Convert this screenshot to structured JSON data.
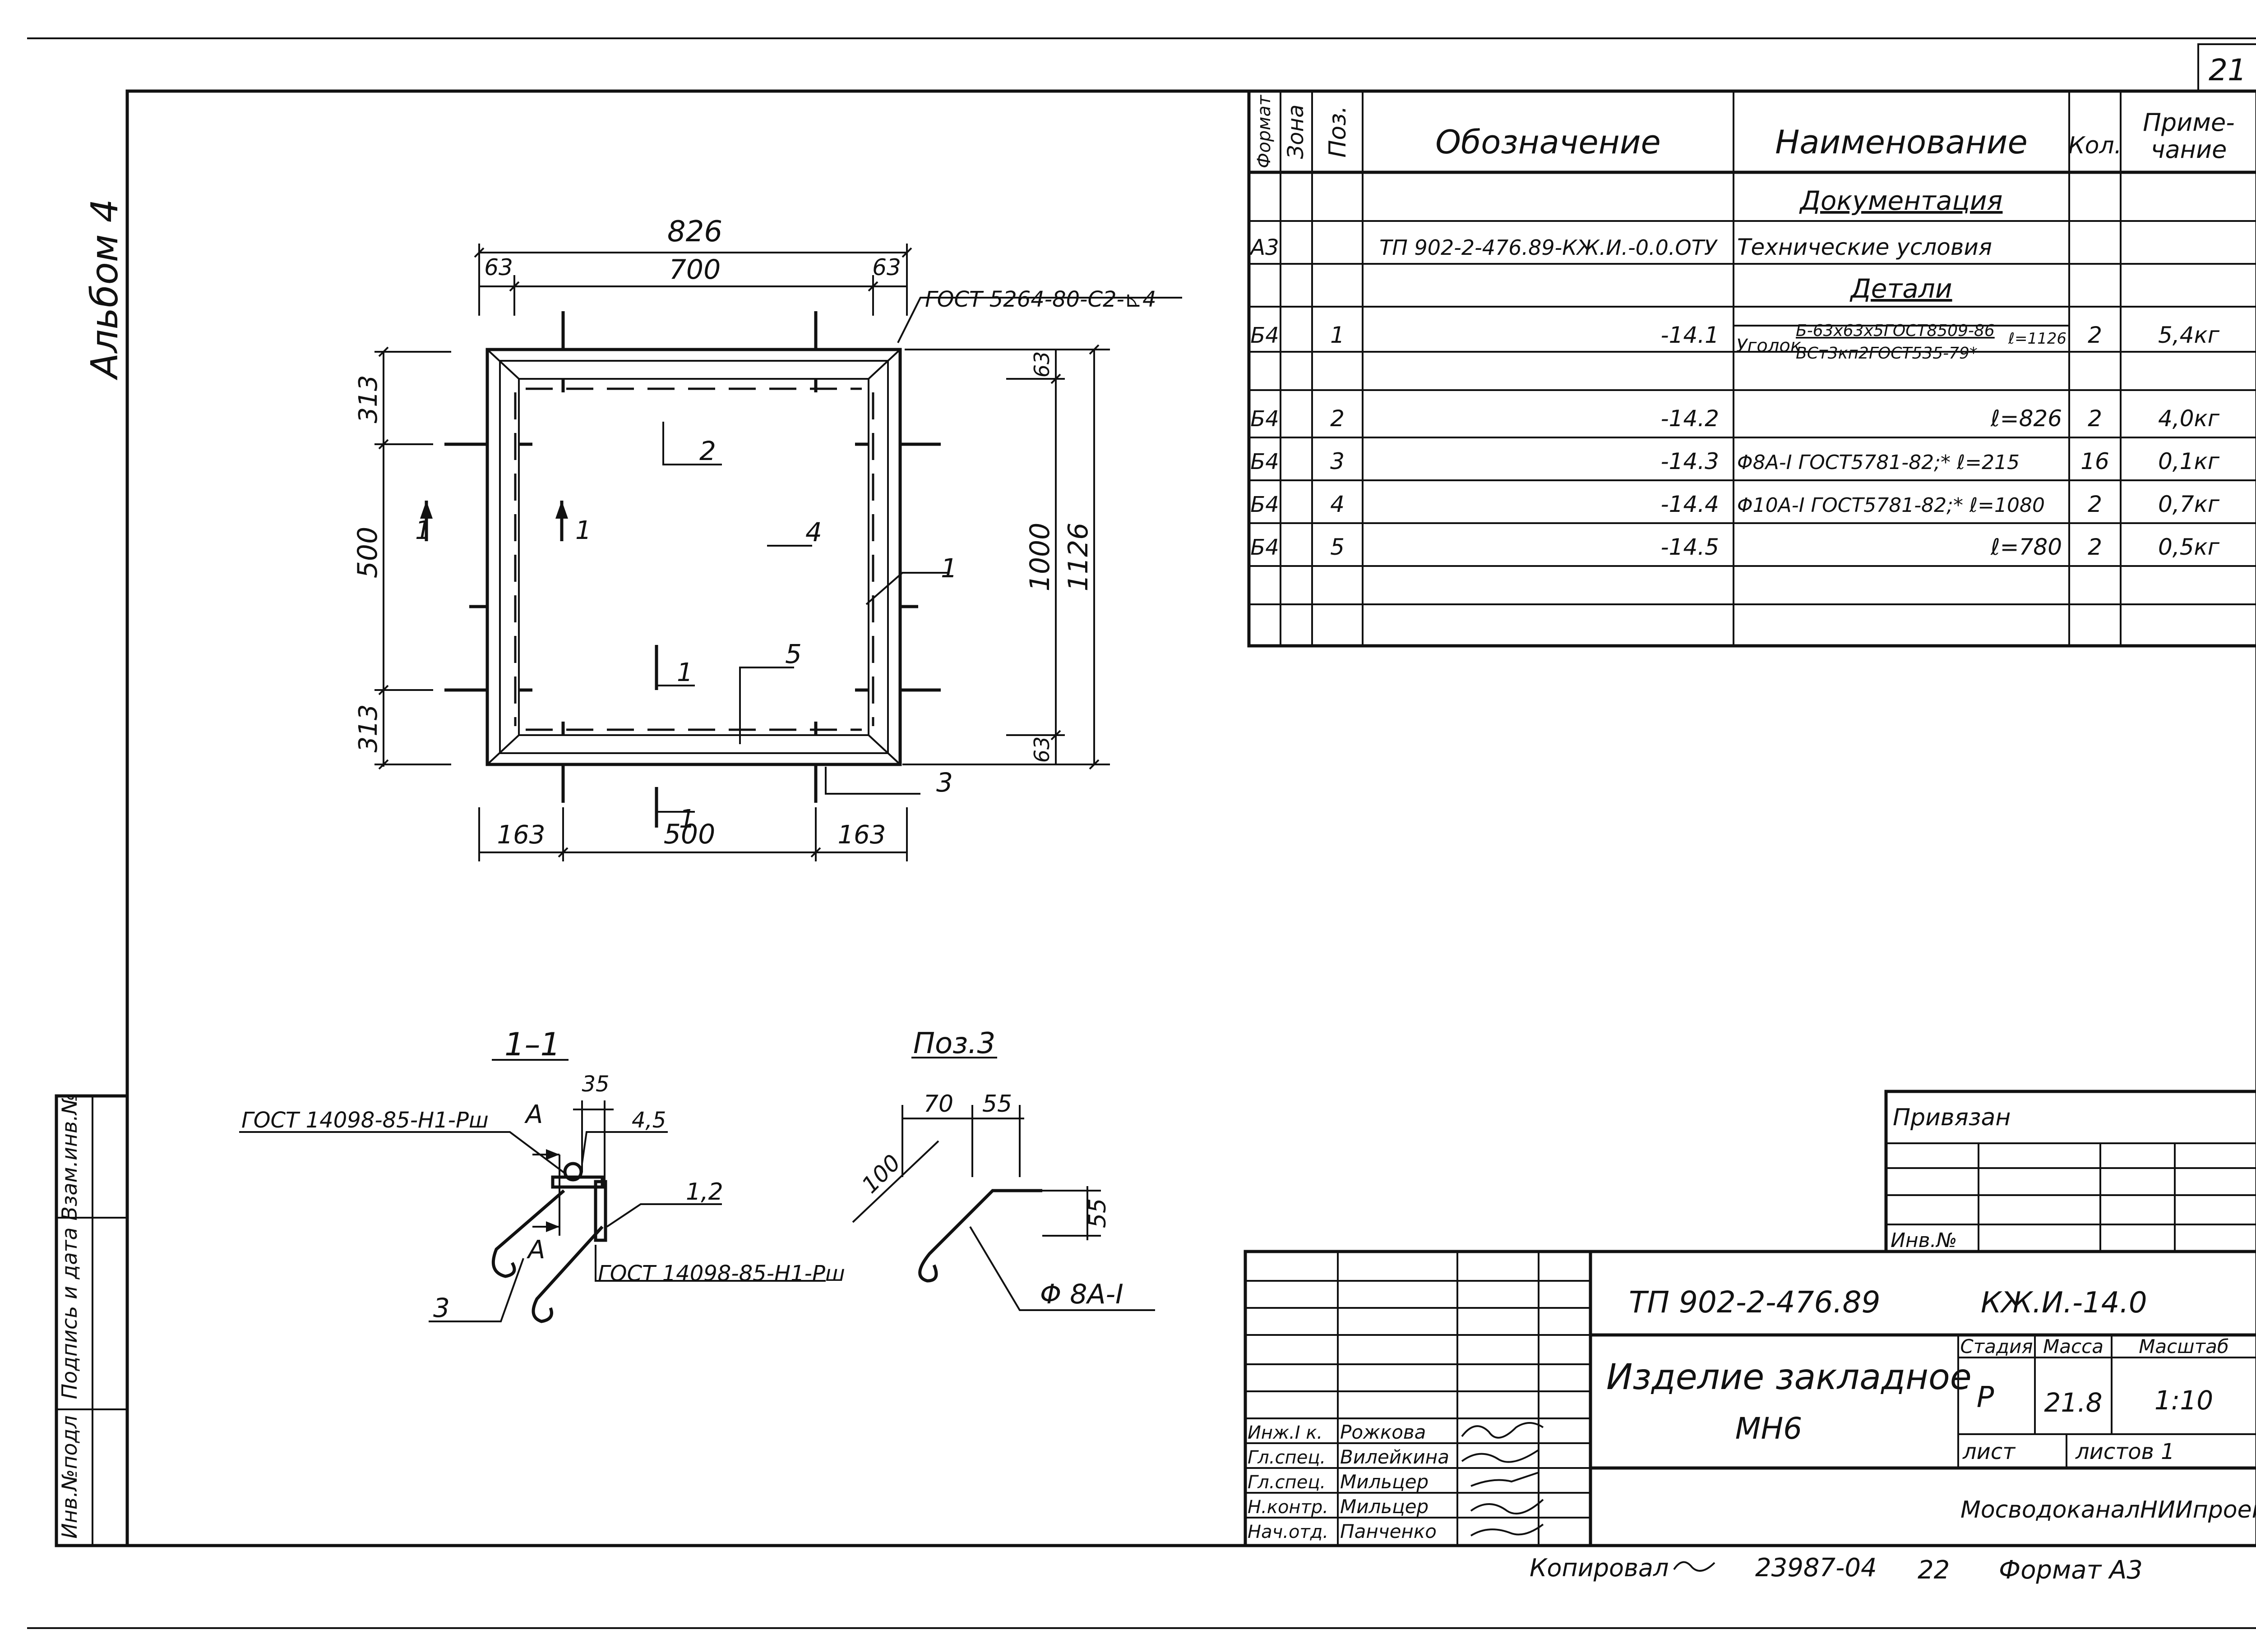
{
  "sheet_number": "21",
  "album_label": "Альбом 4",
  "left_stamp": {
    "inv_podl": "Инв.№подл",
    "podpis_data": "Подпись и дата",
    "vzam_inv": "Взам.инв.№"
  },
  "spec_table": {
    "headers": {
      "format": "Формат",
      "zona": "Зона",
      "poz": "Поз.",
      "oboznachenie": "Обозначение",
      "naimenovanie": "Наименование",
      "kol": "Кол.",
      "primechanie_1": "Приме-",
      "primechanie_2": "чание"
    },
    "section_documentation": "Документация",
    "doc_row": {
      "format": "А3",
      "oboznachenie": "ТП 902-2-476.89-КЖ.И.-0.0.ОТУ",
      "naimenovanie": "Технические условия"
    },
    "section_details": "Детали",
    "rows": [
      {
        "format": "Б4",
        "poz": "1",
        "oboznachenie": "-14.1",
        "name_prefix": "Уголок",
        "name_top": "Б-63х63х5ГОСТ8509-86",
        "name_bottom": "ВСт3кп2ГОСТ535-79*",
        "length": "ℓ=1126",
        "kol": "2",
        "prim": "5,4кг"
      },
      {
        "format": "Б4",
        "poz": "2",
        "oboznachenie": "-14.2",
        "naimenovanie": "ℓ=826",
        "kol": "2",
        "prim": "4,0кг"
      },
      {
        "format": "Б4",
        "poz": "3",
        "oboznachenie": "-14.3",
        "naimenovanie": "Φ8А-I ГОСТ5781-82;* ℓ=215",
        "kol": "16",
        "prim": "0,1кг"
      },
      {
        "format": "Б4",
        "poz": "4",
        "oboznachenie": "-14.4",
        "naimenovanie": "Φ10А-I ГОСТ5781-82;* ℓ=1080",
        "kol": "2",
        "prim": "0,7кг"
      },
      {
        "format": "Б4",
        "poz": "5",
        "oboznachenie": "-14.5",
        "naimenovanie": "ℓ=780",
        "kol": "2",
        "prim": "0,5кг"
      }
    ]
  },
  "plan_view": {
    "dim_total_width": "826",
    "dim_left_63": "63",
    "dim_inner_700": "700",
    "dim_right_63": "63",
    "weld_note": "ГОСТ 5264-80-С2-⊾4",
    "dim_left_313_top": "313",
    "dim_left_500": "500",
    "dim_left_313_bottom": "313",
    "dim_right_63_top": "63",
    "dim_right_1000": "1000",
    "dim_right_1126": "1126",
    "dim_right_63_bottom": "63",
    "dim_bottom_163_left": "163",
    "dim_bottom_500": "500",
    "dim_bottom_163_right": "163",
    "pos_1": "1",
    "pos_2": "2",
    "pos_3": "3",
    "pos_4": "4",
    "pos_5": "5",
    "section_mark": "1"
  },
  "section_view": {
    "title": "1–1",
    "weld_top": "ГОСТ 14098-85-Н1-Рш",
    "weld_bottom": "ГОСТ 14098-85-Н1-Рш",
    "mark_a": "А",
    "dim_35": "35",
    "dim_45": "4,5",
    "pos_12": "1,2",
    "pos_3": "3"
  },
  "poz3_view": {
    "title": "Поз.3",
    "dim_70": "70",
    "dim_55_top": "55",
    "dim_100": "100",
    "dim_55_side": "55",
    "bar_label": "Φ 8А-I"
  },
  "privyazan": {
    "title": "Привязан",
    "inv_label": "Инв.№"
  },
  "title_block": {
    "project_code": "ТП 902-2-476.89",
    "doc_code": "КЖ.И.-14.0",
    "product_name_1": "Изделие закладное",
    "product_name_2": "МН6",
    "stadiya_label": "Стадия",
    "massa_label": "Масса",
    "masshtab_label": "Масштаб",
    "stadiya": "Р",
    "massa": "21.8",
    "masshtab": "1:10",
    "list_label": "лист",
    "listov_label": "листов 1",
    "organization": "МосводоканалНИИпроект",
    "staff": [
      {
        "role": "Инж.I к.",
        "name": "Рожкова"
      },
      {
        "role": "Гл.спец.",
        "name": "Вилейкина"
      },
      {
        "role": "Гл.спец.",
        "name": "Мильцер"
      },
      {
        "role": "Н.контр.",
        "name": "Мильцер"
      },
      {
        "role": "Нач.отд.",
        "name": "Панченко"
      }
    ]
  },
  "footer": {
    "kopiroval": "Копировал",
    "order_no": "23987-04",
    "sheet": "22",
    "format": "Формат А3"
  }
}
